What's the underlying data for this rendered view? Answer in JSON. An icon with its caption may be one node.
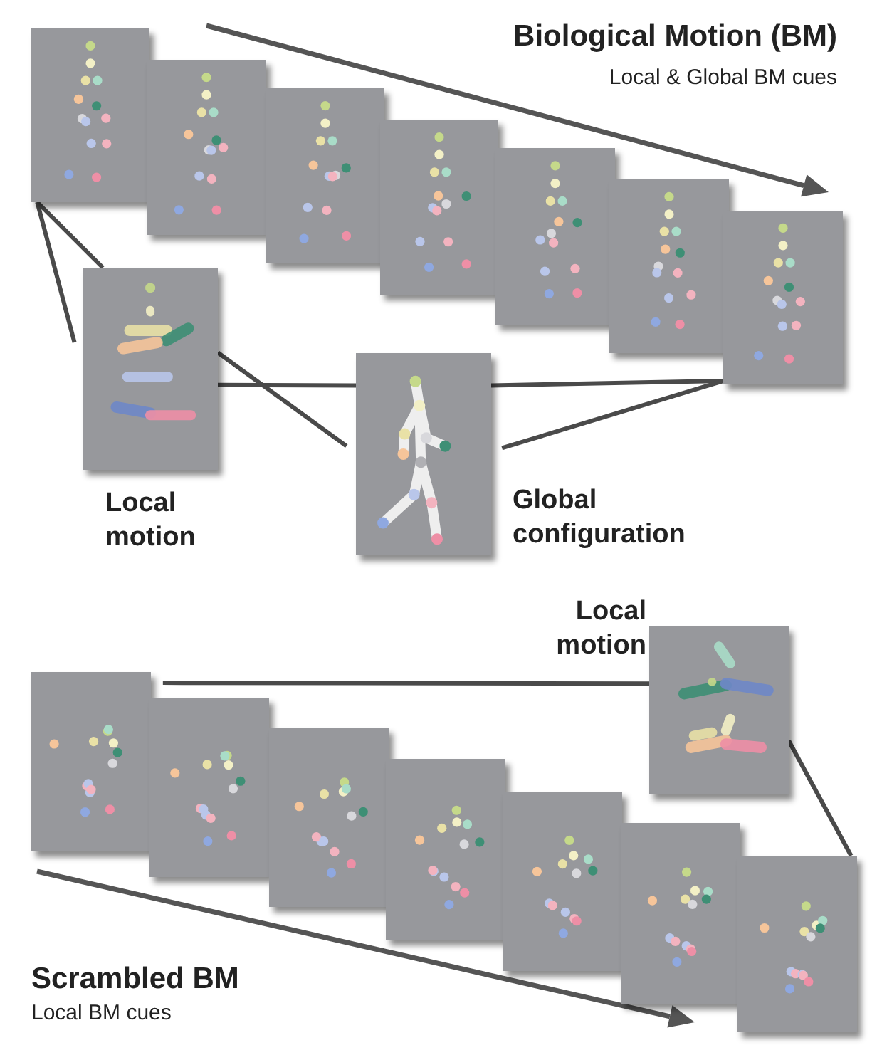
{
  "diagram": {
    "nodes": [
      {
        "text": [],
        "shape": "picture"
      },
      {
        "text": [],
        "shape": "picture"
      },
      {
        "text": [],
        "shape": "picture"
      },
      {
        "text": [],
        "shape": "picture"
      },
      {
        "text": [],
        "shape": "picture"
      },
      {
        "text": [],
        "shape": "picture"
      },
      {
        "text": [],
        "shape": "picture"
      },
      {
        "text": [
          "Local motion"
        ]
      },
      {
        "text": [
          "Global configuration"
        ]
      },
      {
        "text": [],
        "shape": "picture"
      },
      {
        "text": [],
        "shape": "picture"
      },
      {
        "text": [],
        "shape": "picture"
      },
      {
        "text": [],
        "shape": "picture"
      },
      {
        "text": [],
        "shape": "picture"
      },
      {
        "text": [],
        "shape": "picture"
      },
      {
        "text": [],
        "shape": "picture"
      },
      {
        "text": [
          "Local motion"
        ]
      }
    ],
    "edges": [
      {
        "from": 0,
        "to": 7,
        "arrow": "none"
      },
      {
        "from": 0,
        "to": 7,
        "arrow": "none"
      },
      {
        "from": 7,
        "to": 8,
        "arrow": "none"
      },
      {
        "from": 7,
        "to": 8,
        "arrow": "none"
      },
      {
        "from": 8,
        "to": 6,
        "arrow": "none"
      },
      {
        "from": 8,
        "to": 6,
        "arrow": "none"
      },
      {
        "from": 9,
        "to": 16,
        "arrow": "none"
      },
      {
        "from": 16,
        "to": 15,
        "arrow": "none"
      }
    ],
    "labels": [
      "Biological Motion (BM)",
      "Local & Global BM cues",
      "Scrambled BM",
      "Local BM cues"
    ]
  }
}
